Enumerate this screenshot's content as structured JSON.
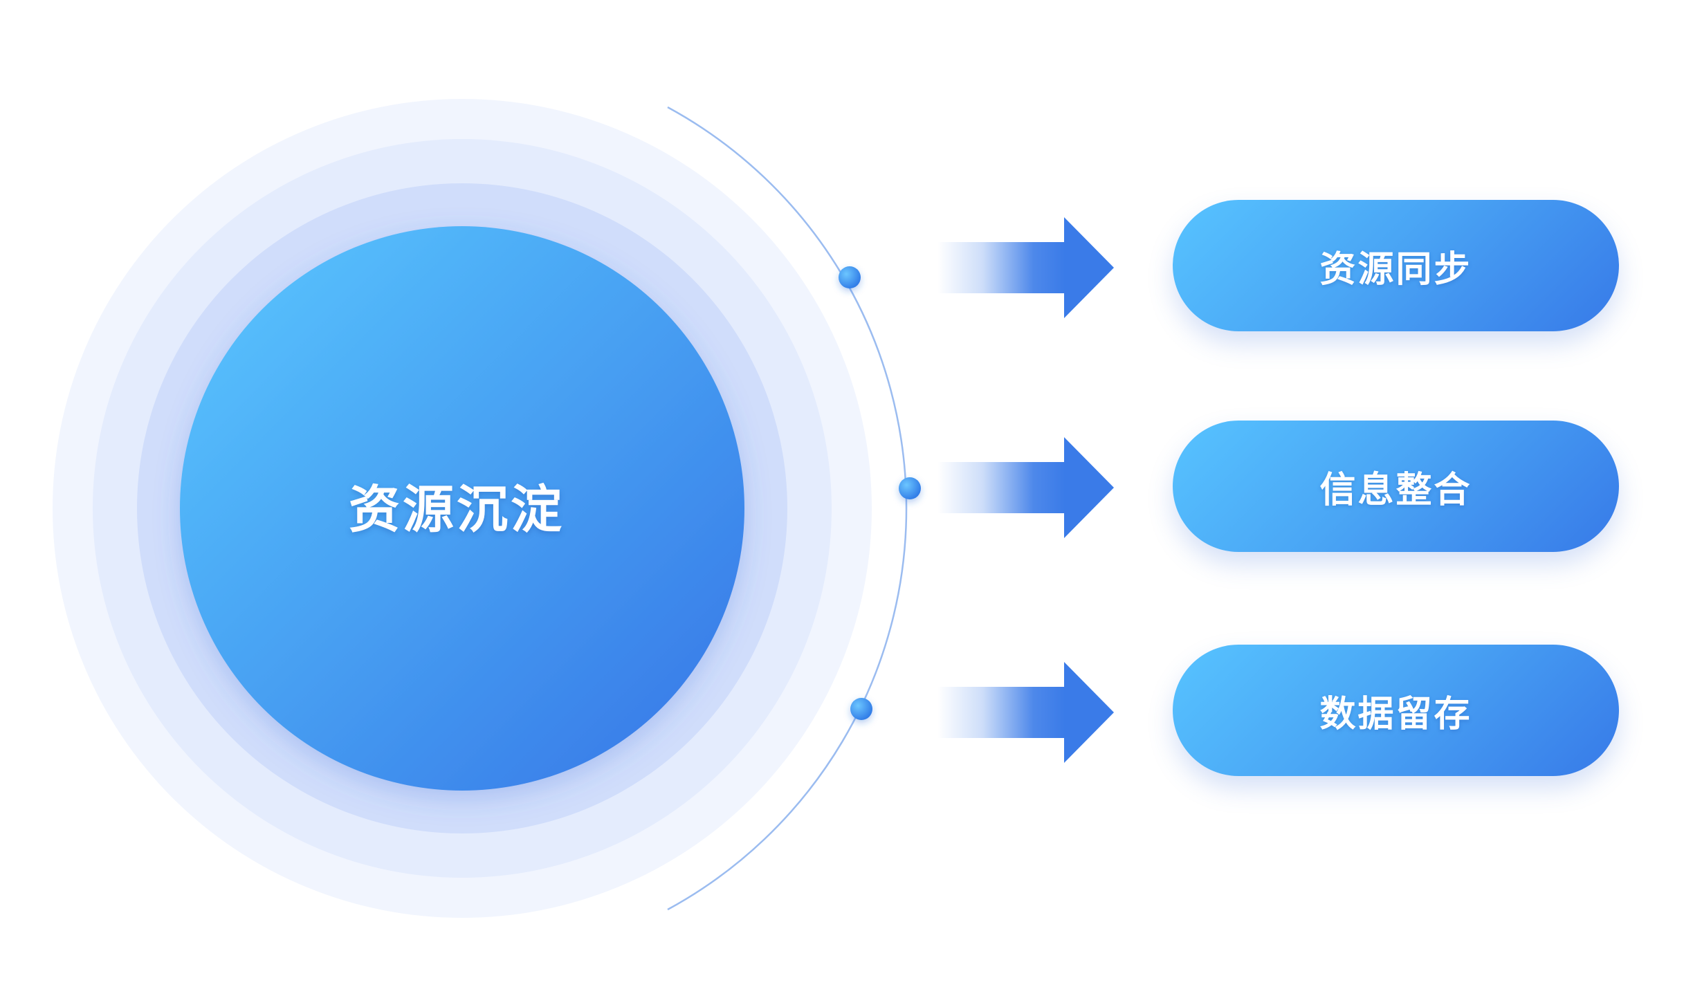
{
  "center": {
    "label": "资源沉淀"
  },
  "items": [
    {
      "label": "资源同步"
    },
    {
      "label": "信息整合"
    },
    {
      "label": "数据留存"
    }
  ],
  "colors": {
    "gradient_start": "#57c3ff",
    "gradient_end": "#377ae8",
    "ring_outer": "#f0f5fe",
    "ring_middle": "#e3ebfd",
    "ring_inner": "#cfdcfb",
    "arc_line": "#8fb3ee",
    "dot": "#3f8bea"
  }
}
